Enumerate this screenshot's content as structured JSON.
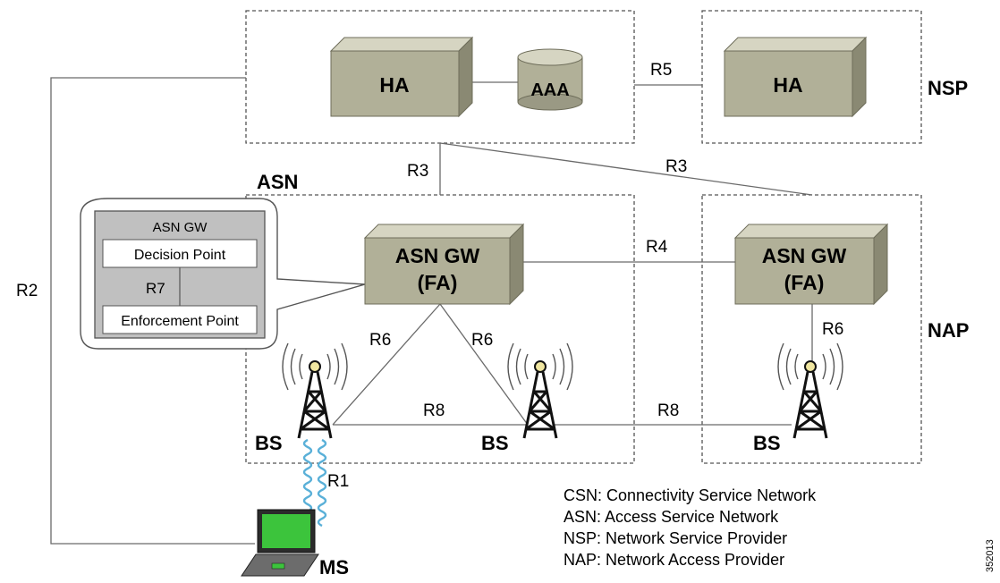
{
  "nodes": {
    "ha_csn": "HA",
    "aaa": "AAA",
    "ha_nsp": "HA",
    "asn_gw_left": [
      "ASN GW",
      "(FA)"
    ],
    "asn_gw_right": [
      "ASN GW",
      "(FA)"
    ],
    "bs_left": "BS",
    "bs_middle": "BS",
    "bs_right": "BS",
    "ms": "MS"
  },
  "regions": {
    "asn": "ASN",
    "nsp": "NSP",
    "nap": "NAP"
  },
  "links": {
    "r1": "R1",
    "r2": "R2",
    "r3_left": "R3",
    "r3_right": "R3",
    "r4": "R4",
    "r5": "R5",
    "r6_left": "R6",
    "r6_middle": "R6",
    "r6_right": "R6",
    "r7": "R7",
    "r8_left": "R8",
    "r8_right": "R8"
  },
  "callout": {
    "title": "ASN GW",
    "decision": "Decision Point",
    "enforcement": "Enforcement Point"
  },
  "legend": [
    "CSN: Connectivity Service Network",
    "ASN: Access Service Network",
    "NSP: Network Service Provider",
    "NAP: Network Access Provider"
  ],
  "image_id": "352013",
  "colors": {
    "box_face": "#b1b098",
    "box_top": "#d6d5c2",
    "box_side": "#8a8973",
    "callout_bg": "#c0c0c0",
    "screen": "#3cc43c"
  }
}
